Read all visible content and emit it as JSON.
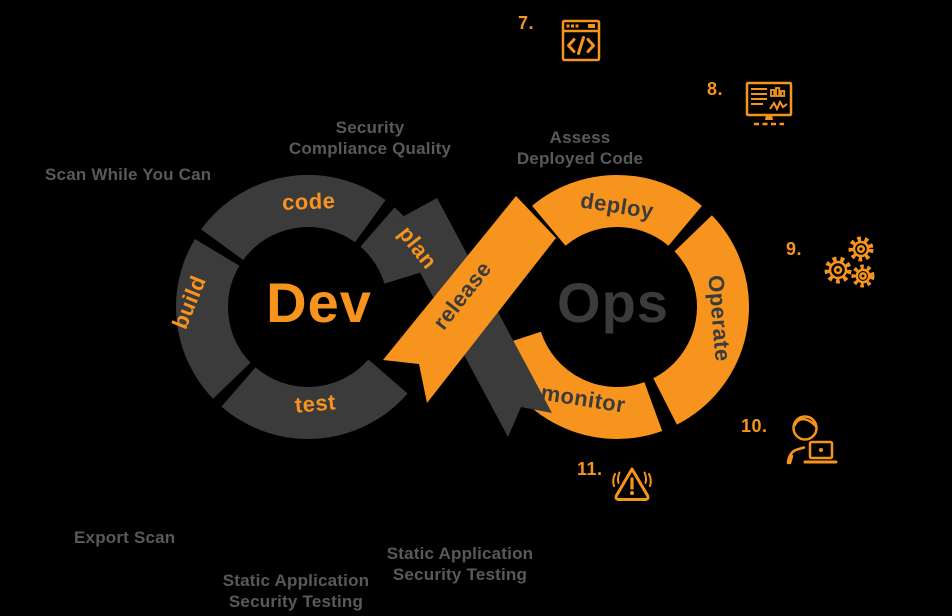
{
  "colors": {
    "orange": "#F7941E",
    "dark_gray": "#3B3B3B",
    "annotation_gray": "#58595B",
    "background": "#000000"
  },
  "loop": {
    "dev_label": "Dev",
    "ops_label": "Ops",
    "segments": {
      "code": "code",
      "plan": "plan",
      "build": "build",
      "test": "test",
      "release": "release",
      "deploy": "deploy",
      "operate": "Operate",
      "monitor": "monitor"
    }
  },
  "annotations": {
    "scan_while_you_can": "Scan While You Can",
    "security_compliance": {
      "line1": "Security",
      "line2": "Compliance Quality"
    },
    "assess_deployed": {
      "line1": "Assess",
      "line2": "Deployed Code"
    },
    "export_scan": "Export Scan",
    "sast_left": {
      "line1": "Static Application",
      "line2": "Security Testing"
    },
    "sast_right": {
      "line1": "Static Application",
      "line2": "Security Testing"
    }
  },
  "steps": [
    {
      "number": "7.",
      "icon": "code-window-icon"
    },
    {
      "number": "8.",
      "icon": "monitor-chart-icon"
    },
    {
      "number": "9.",
      "icon": "gears-icon"
    },
    {
      "number": "10.",
      "icon": "developer-laptop-icon"
    },
    {
      "number": "11.",
      "icon": "alert-triangle-icon"
    }
  ]
}
